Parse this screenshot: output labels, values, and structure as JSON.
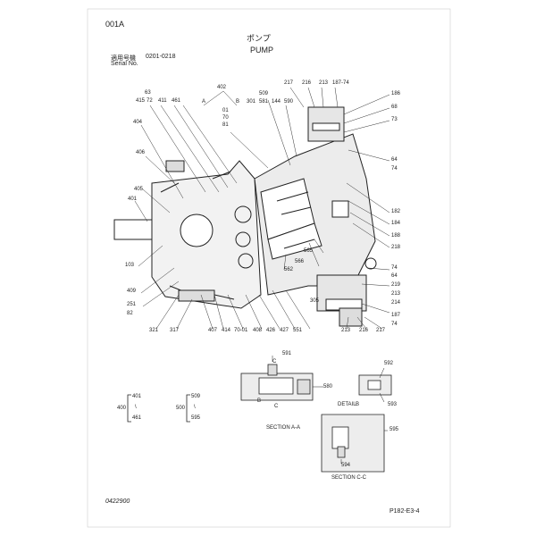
{
  "header": {
    "page_code": "001A",
    "title_jp": "ポンプ",
    "title_en": "PUMP",
    "applicable_label_jp": "適用号機",
    "applicable_range": "0201-0218",
    "serial_label": "Serial No."
  },
  "callouts_main": {
    "top_left": [
      "415",
      "72",
      "411",
      "461"
    ],
    "c63": "63",
    "c404": "404",
    "c406": "406",
    "c405": "405",
    "c401": "401",
    "c103": "103",
    "c409": "409",
    "c251": "251",
    "c82": "82",
    "c321": "321",
    "c317": "317",
    "bottom_row": [
      "407",
      "414",
      "70-01",
      "408",
      "426",
      "427",
      "551"
    ],
    "c402": "402",
    "label_A": "A",
    "label_B": "B",
    "c01": "01",
    "c70": "70",
    "c81": "81",
    "c509": "509",
    "mid_top_row": [
      "301",
      "581",
      "144",
      "590"
    ],
    "top_right_row": [
      "217",
      "216",
      "213",
      "187-74"
    ],
    "right_column": [
      "186",
      "68",
      "73",
      "64",
      "74",
      "182",
      "184",
      "188",
      "218",
      "74",
      "64",
      "219",
      "213",
      "214",
      "187",
      "74"
    ],
    "c565": "565",
    "c566": "566",
    "c562": "562",
    "c305": "305",
    "bottom_right_row": [
      "213",
      "216",
      "217"
    ]
  },
  "groups": {
    "g400": {
      "id": "400",
      "items": [
        "401",
        "461"
      ],
      "sep": "\\"
    },
    "g500": {
      "id": "500",
      "items": [
        "509",
        "595"
      ],
      "sep": "\\"
    }
  },
  "details": {
    "c591": "591",
    "c580": "580",
    "label_C1": "C",
    "label_C2": "C",
    "label_B": "B",
    "section_aa": "SECTION A-A",
    "c592": "592",
    "c593": "593",
    "detail_b_text": "DETAIL",
    "detail_b_label": "B",
    "c595": "595",
    "c594": "594",
    "section_cc": "SECTION C-C"
  },
  "footer": {
    "doc_number": "0422900",
    "page_ref": "P182-E3-4"
  }
}
